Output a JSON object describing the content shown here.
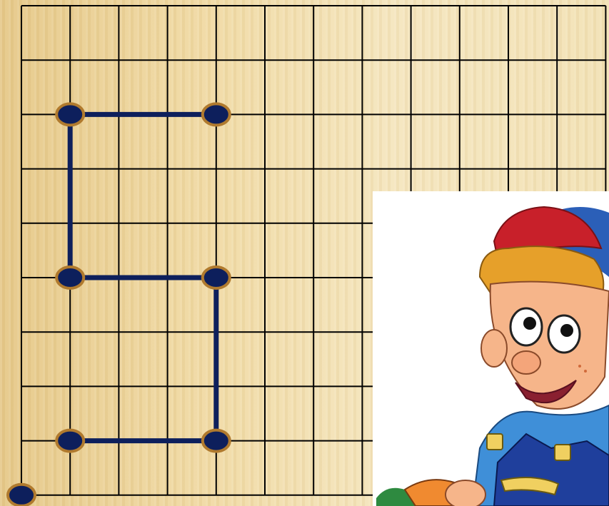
{
  "slide": {
    "background_color": "#f1dba6",
    "accent_color": "#0d1f5c",
    "dot_outline_color": "#b07a2e"
  },
  "grid": {
    "columns": 12,
    "rows": 9,
    "line_color": "#000000"
  },
  "drawing": {
    "nodes": [
      {
        "col": 1,
        "row": 2
      },
      {
        "col": 4,
        "row": 2
      },
      {
        "col": 1,
        "row": 5
      },
      {
        "col": 4,
        "row": 5
      },
      {
        "col": 1,
        "row": 8
      },
      {
        "col": 4,
        "row": 8
      },
      {
        "col": 0,
        "row": 9
      }
    ],
    "segments": [
      [
        {
          "col": 1,
          "row": 2
        },
        {
          "col": 4,
          "row": 2
        }
      ],
      [
        {
          "col": 1,
          "row": 2
        },
        {
          "col": 1,
          "row": 5
        }
      ],
      [
        {
          "col": 1,
          "row": 5
        },
        {
          "col": 4,
          "row": 5
        }
      ],
      [
        {
          "col": 4,
          "row": 5
        },
        {
          "col": 4,
          "row": 8
        }
      ],
      [
        {
          "col": 1,
          "row": 8
        },
        {
          "col": 4,
          "row": 8
        }
      ]
    ]
  },
  "illustration": {
    "subject": "cartoon-boy-with-cap-and-overalls",
    "cap_color": "#c8202a",
    "hair_color": "#e6a02a",
    "shirt_color": "#3f8fd8",
    "overalls_color": "#1f3f9c"
  }
}
